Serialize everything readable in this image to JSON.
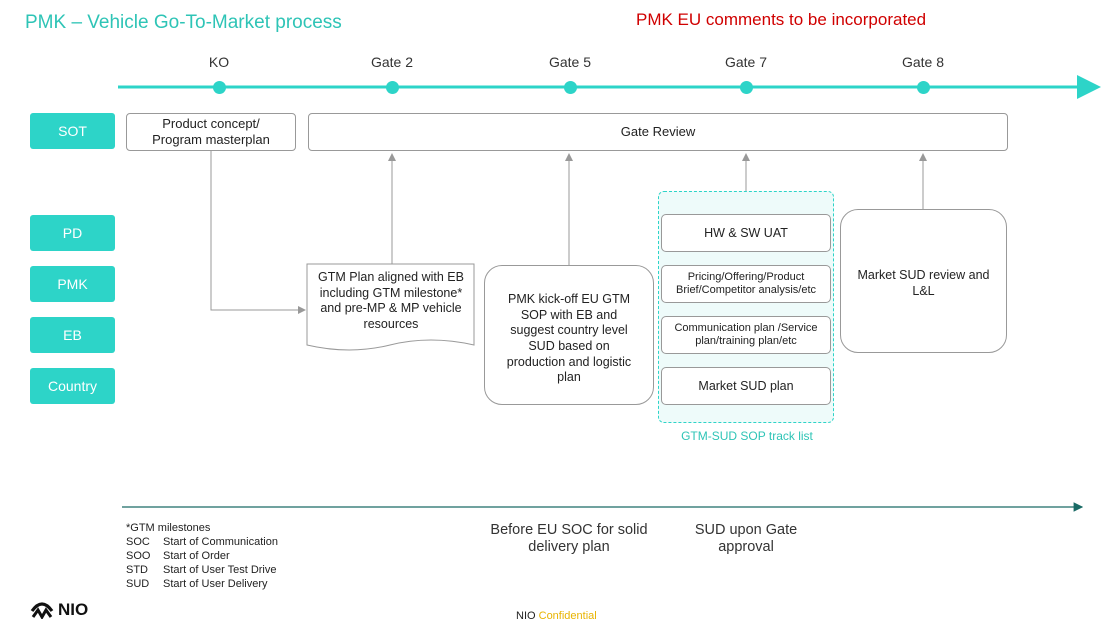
{
  "title": "PMK – Vehicle Go-To-Market process",
  "comment": "PMK EU comments to be incorporated",
  "gates": [
    "KO",
    "Gate 2",
    "Gate 5",
    "Gate 7",
    "Gate 8"
  ],
  "side_tags": [
    "SOT",
    "PD",
    "PMK",
    "EB",
    "Country"
  ],
  "boxes": {
    "product_concept": "Product concept/ Program masterplan",
    "gate_review": "Gate Review",
    "gtm_plan": "GTM Plan aligned with EB including GTM milestone* and pre-MP & MP vehicle resources",
    "pmk_kickoff": "PMK kick-off EU GTM SOP with EB and suggest country level SUD based on production and logistic plan",
    "market_sud_review": "Market SUD review and L&L"
  },
  "track": {
    "caption": "GTM-SUD SOP track list",
    "items": [
      "HW & SW UAT",
      "Pricing/Offering/Product Brief/Competitor analysis/etc",
      "Communication plan /Service plan/training plan/etc",
      "Market SUD plan"
    ]
  },
  "milestones": {
    "heading": "*GTM milestones",
    "items": [
      {
        "abbr": "SOC",
        "desc": "Start of Communication"
      },
      {
        "abbr": "SOO",
        "desc": "Start of Order"
      },
      {
        "abbr": "STD",
        "desc": "Start of User Test Drive"
      },
      {
        "abbr": "SUD",
        "desc": "Start of User Delivery"
      }
    ]
  },
  "bottom": {
    "before_soc": "Before EU SOC for solid delivery plan",
    "sud_gate": "SUD upon Gate approval"
  },
  "footer": {
    "brand": "NIO",
    "confidential": "Confidential"
  },
  "logo_text": "NIO",
  "colors": {
    "accent": "#2dd4c8",
    "comment": "#d00000",
    "confidential": "#e8b400"
  }
}
